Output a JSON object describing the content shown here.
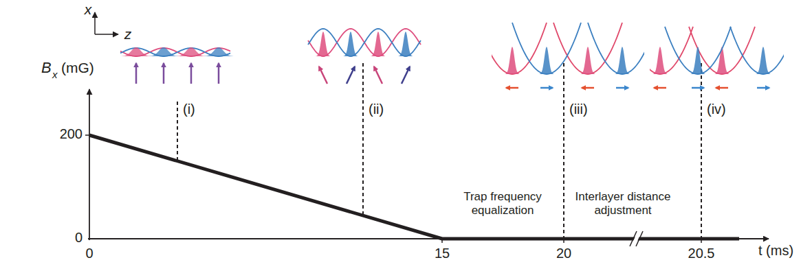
{
  "diagram": {
    "labels": [
      "x",
      "z",
      "B",
      "x",
      "(mG)",
      "200",
      "0",
      "0",
      "15",
      "20",
      "20.5",
      "t (ms)",
      "(i)",
      "(ii)",
      "(iii)",
      "(iv)",
      "Trap frequency equalization",
      "Interlayer distance adjustment"
    ]
  }
}
